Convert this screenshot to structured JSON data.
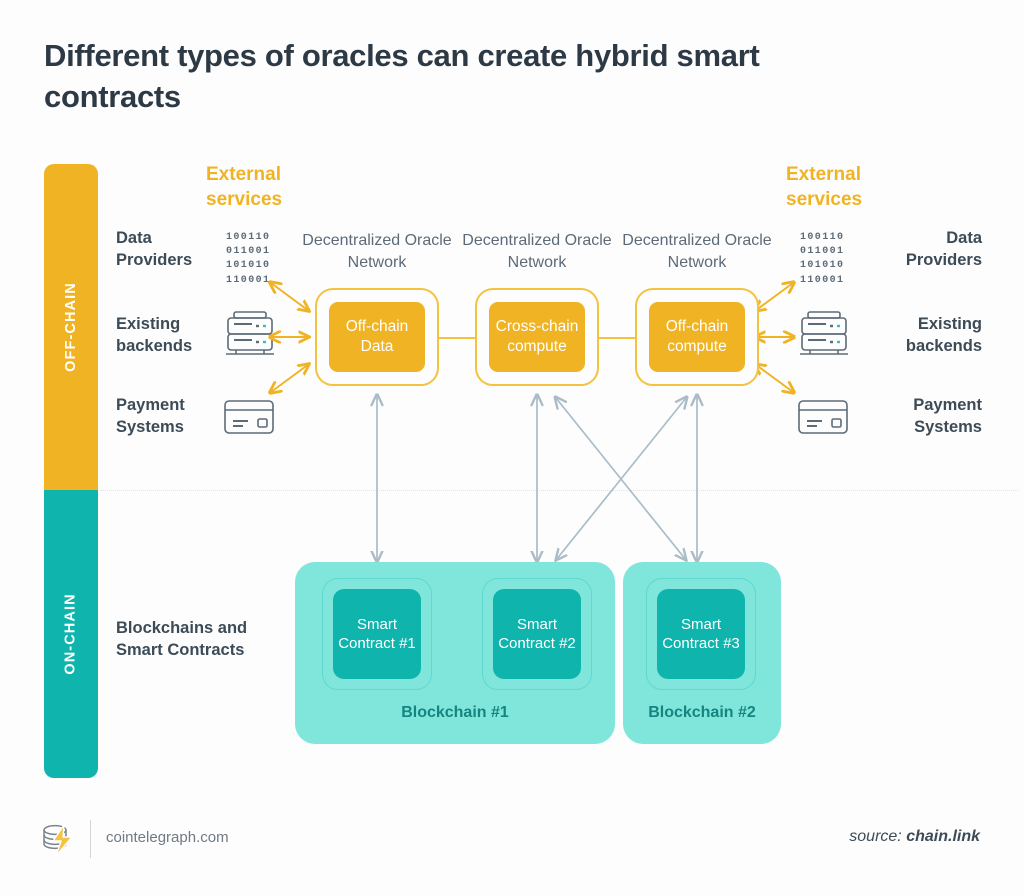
{
  "title": "Different types of oracles can create hybrid smart contracts",
  "layers": [
    {
      "name": "off-chain",
      "label": "OFF-CHAIN",
      "color": "#f0b323"
    },
    {
      "name": "on-chain",
      "label": "ON-CHAIN",
      "color": "#0fb5ad"
    }
  ],
  "external_services": {
    "heading_left": "External services",
    "heading_right": "External services",
    "accent_color": "#f0b323",
    "rows": [
      {
        "label": "Data Providers",
        "icon": "binary-data-icon",
        "binary": "100110\n011001\n101010\n110001"
      },
      {
        "label": "Existing backends",
        "icon": "server-icon"
      },
      {
        "label": "Payment Systems",
        "icon": "credit-card-icon"
      }
    ]
  },
  "oracle_networks": [
    {
      "caption": "Decentralized Oracle Network",
      "label": "Off-chain Data"
    },
    {
      "caption": "Decentralized Oracle Network",
      "label": "Cross-chain compute"
    },
    {
      "caption": "Decentralized Oracle Network",
      "label": "Off-chain compute"
    }
  ],
  "onchain": {
    "section_label": "Blockchains and Smart Contracts",
    "blockchains": [
      {
        "name": "Blockchain #1",
        "contracts": [
          "Smart Contract #1",
          "Smart Contract #2"
        ]
      },
      {
        "name": "Blockchain #2",
        "contracts": [
          "Smart Contract #3"
        ]
      }
    ],
    "panel_color": "#80e6dc",
    "contract_color": "#0fb5ad"
  },
  "footer": {
    "brand": "cointelegraph.com",
    "logo": "cointelegraph-logo",
    "source_prefix": "source:",
    "source_name": "chain.link"
  }
}
